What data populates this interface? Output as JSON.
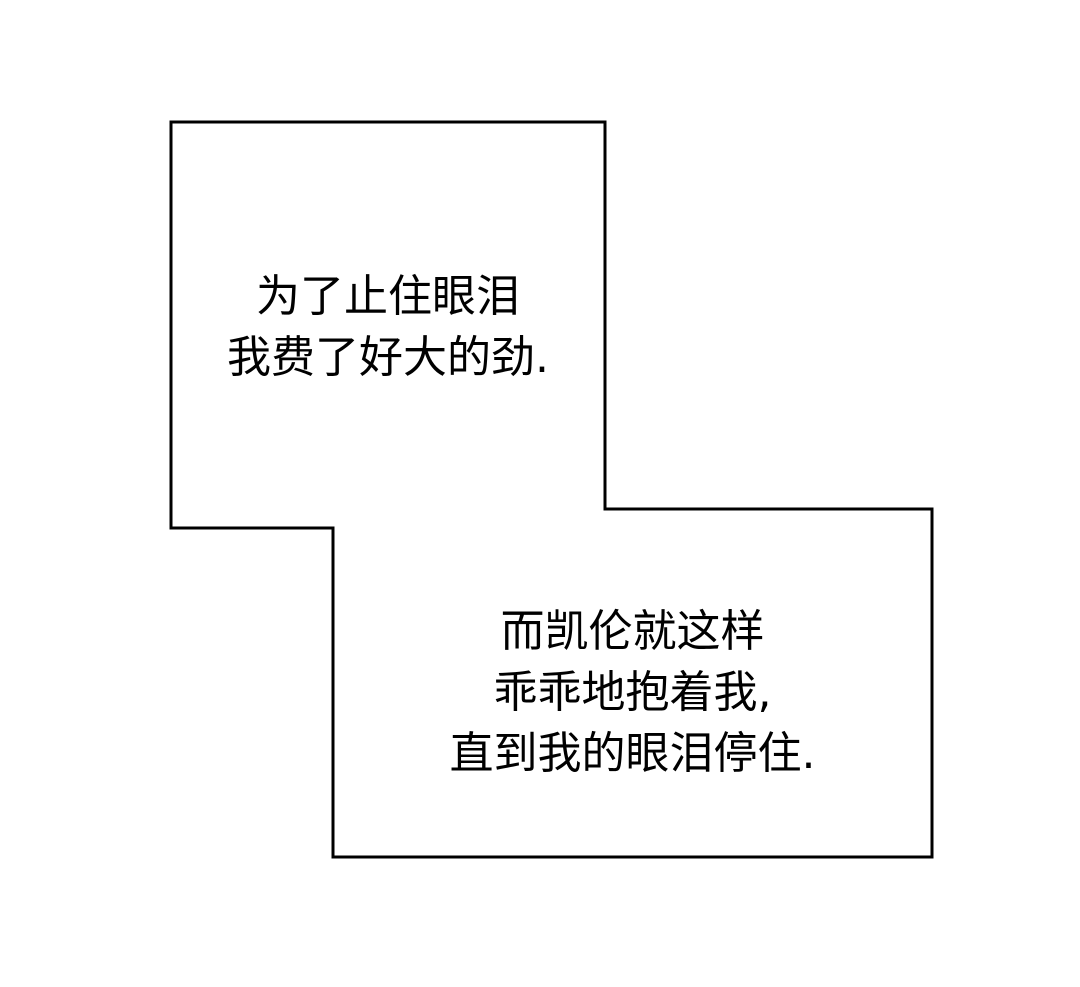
{
  "panel": {
    "caption_1": {
      "lines": [
        "为了止住眼泪",
        "我费了好大的劲."
      ]
    },
    "caption_2": {
      "lines": [
        "而凯伦就这样",
        "乖乖地抱着我,",
        "直到我的眼泪停住."
      ]
    },
    "colors": {
      "background": "#ffffff",
      "border": "#000000",
      "text": "#000000"
    }
  }
}
